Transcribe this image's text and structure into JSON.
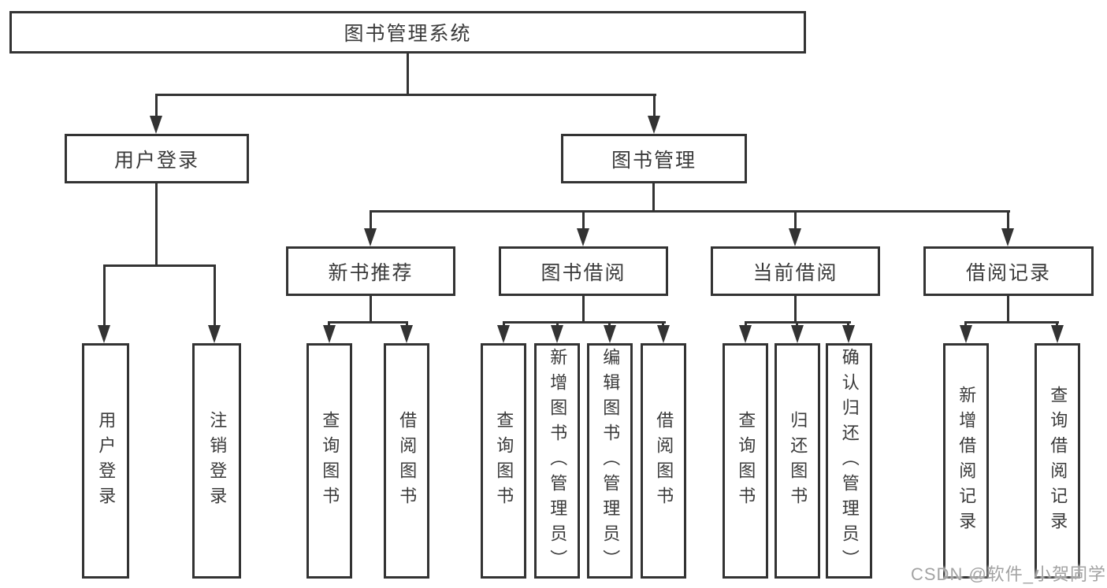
{
  "diagram": {
    "background": "#ffffff",
    "line_color": "#333333",
    "text_color": "#3a3a3a",
    "watermark_color": "#a3a3a3",
    "root": {
      "label": "图书管理系统"
    },
    "branches": [
      {
        "label": "用户登录",
        "children": [
          {
            "label": "用户登录"
          },
          {
            "label": "注销登录"
          }
        ]
      },
      {
        "label": "图书管理",
        "groups": [
          {
            "label": "新书推荐",
            "children": [
              {
                "label": "查询图书"
              },
              {
                "label": "借阅图书"
              }
            ]
          },
          {
            "label": "图书借阅",
            "children": [
              {
                "label": "查询图书"
              },
              {
                "label": "新增图书（管理员）"
              },
              {
                "label": "编辑图书（管理员）"
              },
              {
                "label": "借阅图书"
              }
            ]
          },
          {
            "label": "当前借阅",
            "children": [
              {
                "label": "查询图书"
              },
              {
                "label": "归还图书"
              },
              {
                "label": "确认归还（管理员）"
              }
            ]
          },
          {
            "label": "借阅记录",
            "children": [
              {
                "label": "新增借阅记录"
              },
              {
                "label": "查询借阅记录"
              }
            ]
          }
        ]
      }
    ],
    "watermark": "CSDN @软件_小贺同学"
  }
}
